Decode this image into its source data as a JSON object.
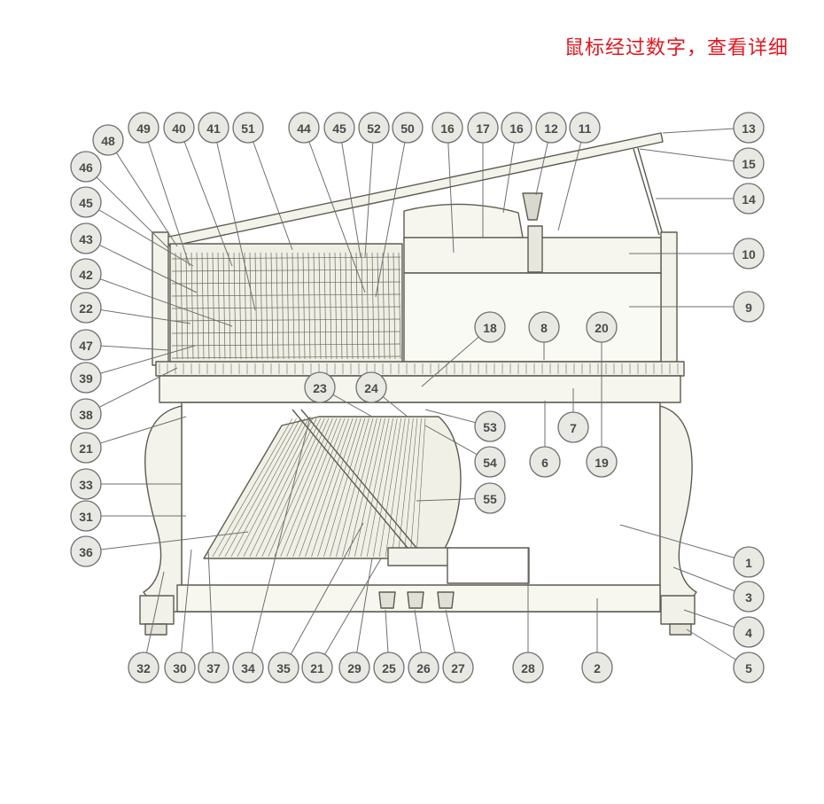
{
  "hint": "鼠标经过数字，查看详细",
  "callouts": [
    "1",
    "2",
    "3",
    "4",
    "5",
    "6",
    "7",
    "8",
    "9",
    "10",
    "11",
    "12",
    "13",
    "14",
    "15",
    "16",
    "16",
    "17",
    "18",
    "19",
    "20",
    "21",
    "21",
    "22",
    "23",
    "24",
    "25",
    "26",
    "27",
    "28",
    "29",
    "30",
    "31",
    "32",
    "33",
    "34",
    "35",
    "36",
    "37",
    "38",
    "39",
    "40",
    "41",
    "42",
    "43",
    "44",
    "45",
    "45",
    "46",
    "47",
    "48",
    "49",
    "50",
    "51",
    "52",
    "53",
    "54",
    "55"
  ]
}
